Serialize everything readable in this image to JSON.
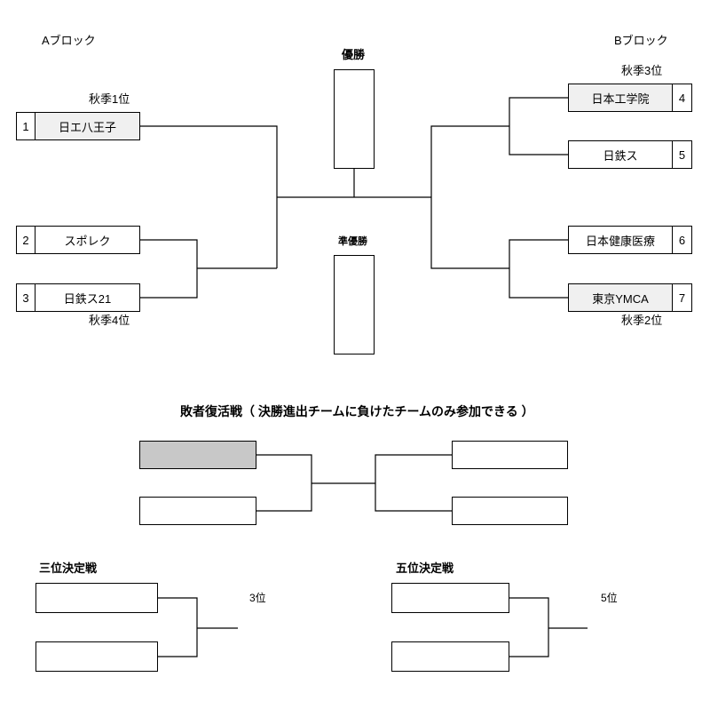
{
  "blocks": {
    "a_label": "Aブロック",
    "b_label": "Bブロック"
  },
  "finals": {
    "champion_label": "優勝",
    "runner_up_label": "準優勝"
  },
  "teams": [
    {
      "seed": "1",
      "name": "日エ八王子",
      "note": "秋季1位"
    },
    {
      "seed": "2",
      "name": "スポレク",
      "note": ""
    },
    {
      "seed": "3",
      "name": "日鉄ス21",
      "note": "秋季4位"
    },
    {
      "seed": "4",
      "name": "日本工学院",
      "note": "秋季3位"
    },
    {
      "seed": "5",
      "name": "日鉄ス",
      "note": ""
    },
    {
      "seed": "6",
      "name": "日本健康医療",
      "note": ""
    },
    {
      "seed": "7",
      "name": "東京YMCA",
      "note": "秋季2位"
    }
  ],
  "consolation": {
    "title": "敗者復活戦（ 決勝進出チームに負けたチームのみ参加できる ）"
  },
  "third_place": {
    "title": "三位決定戦",
    "result_label": "3位"
  },
  "fifth_place": {
    "title": "五位決定戦",
    "result_label": "5位"
  }
}
